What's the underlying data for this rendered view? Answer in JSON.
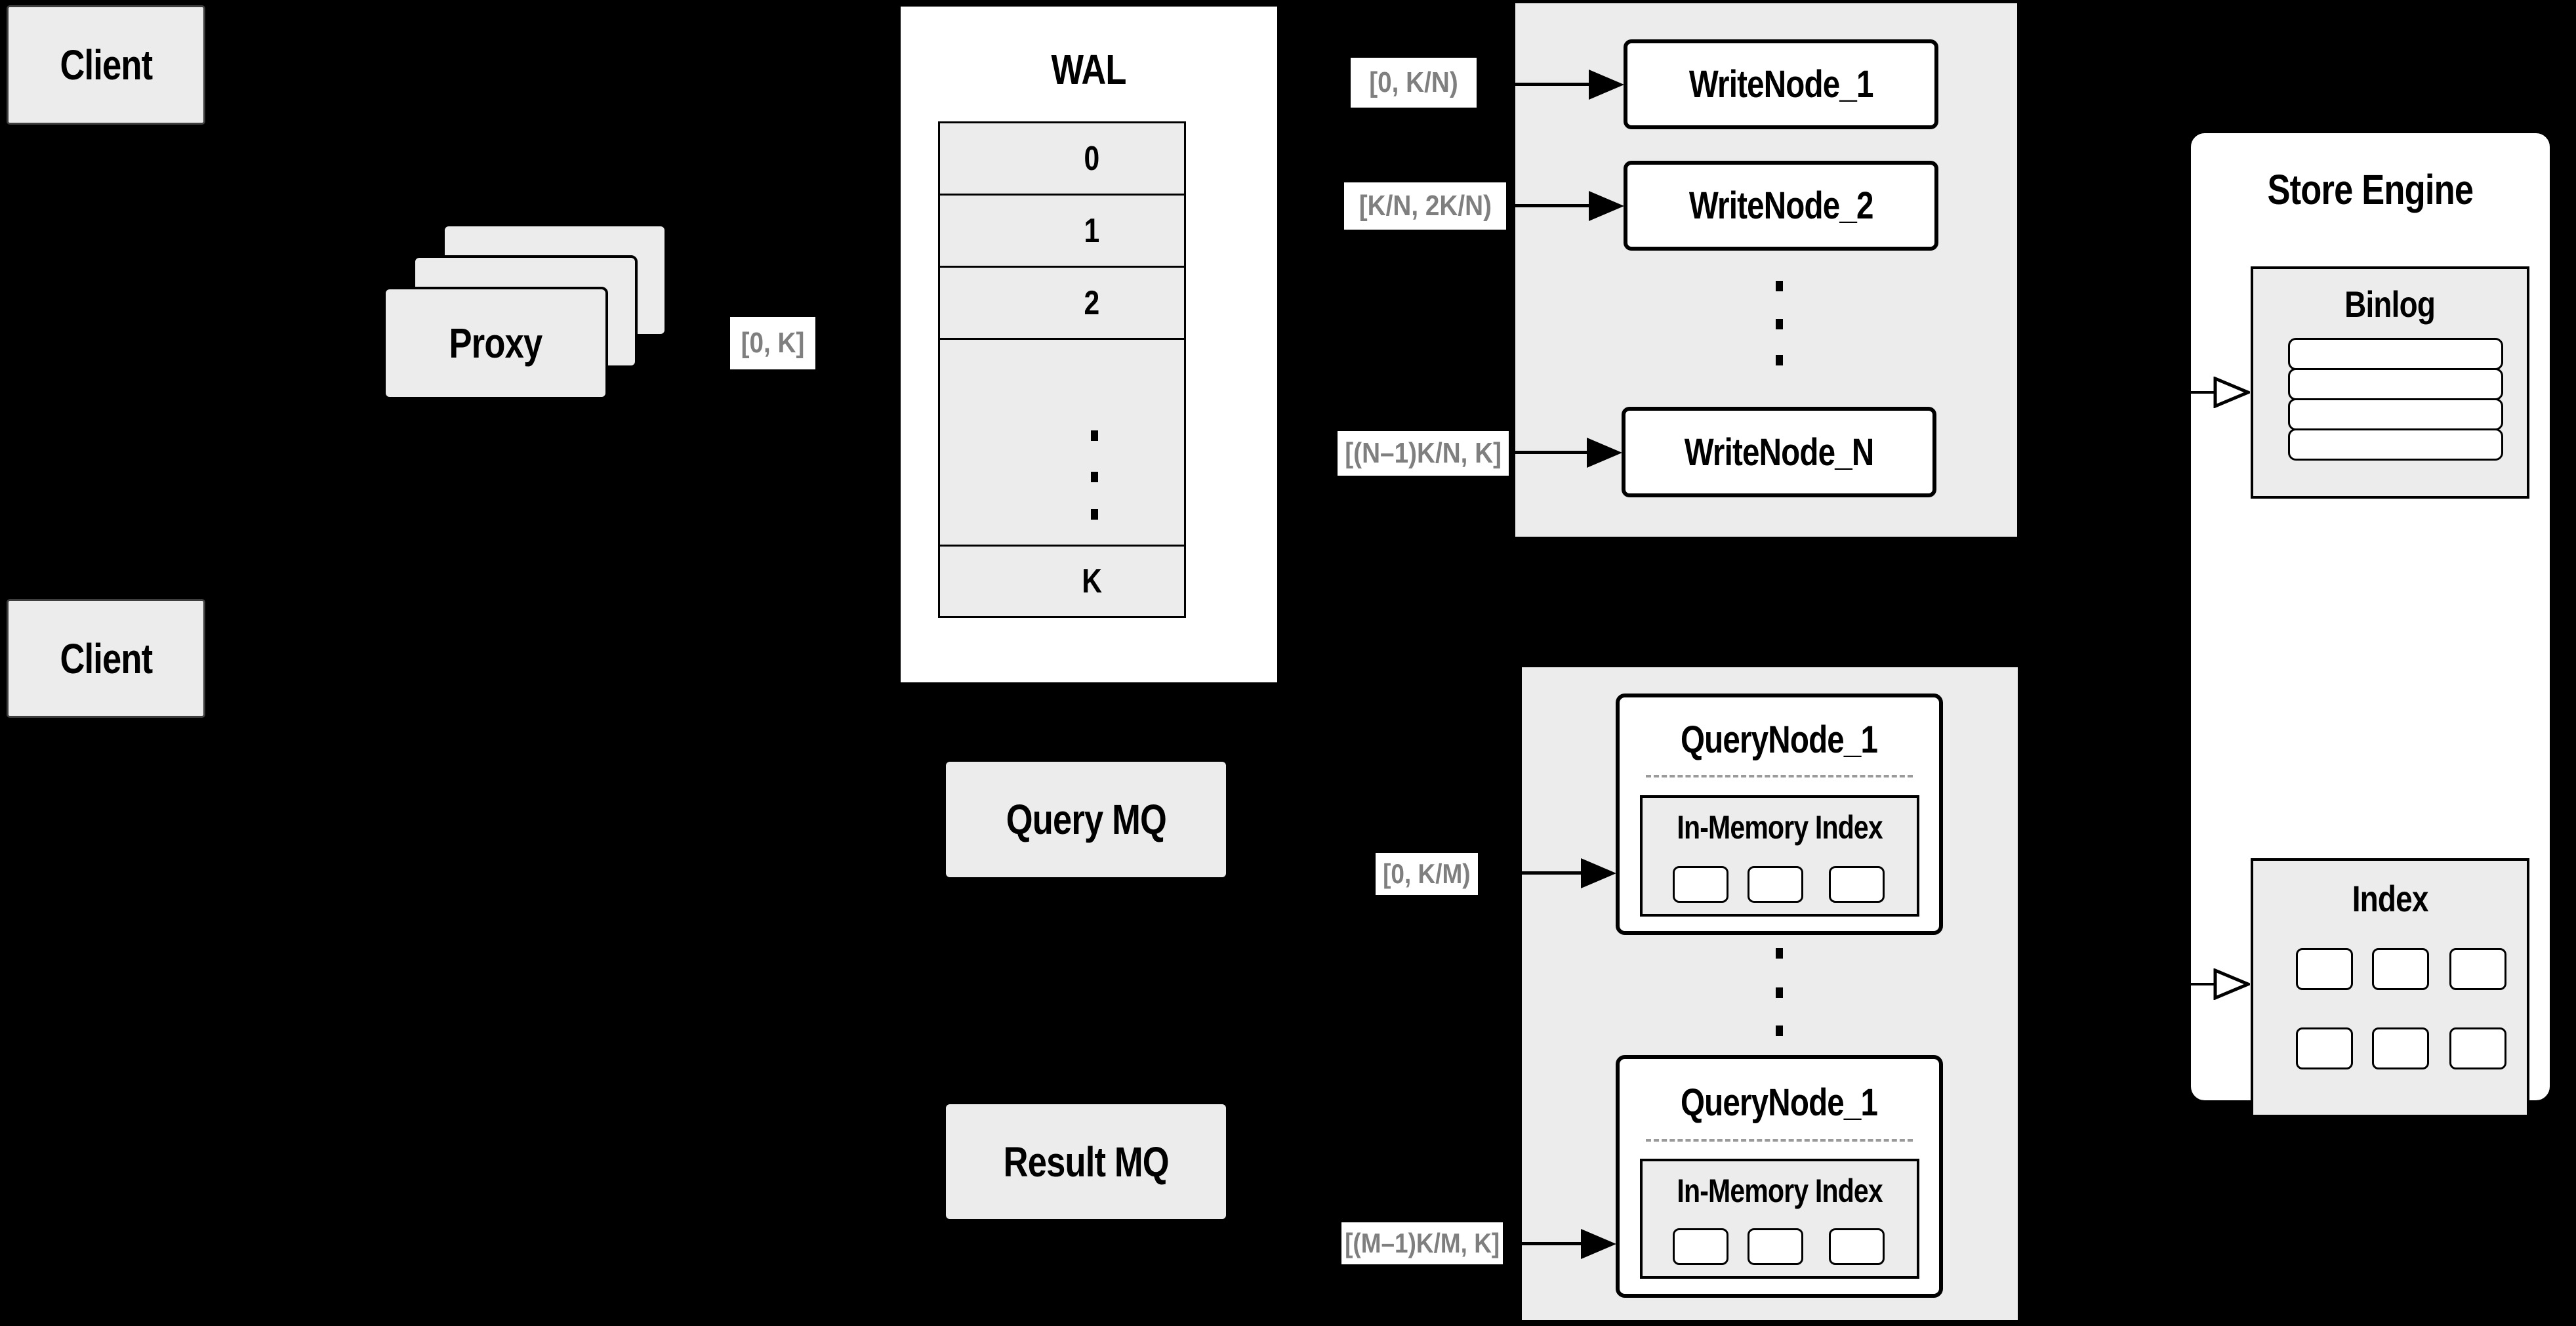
{
  "clients": {
    "top": "Client",
    "bottom": "Client"
  },
  "proxy": {
    "label": "Proxy"
  },
  "wal": {
    "title": "WAL",
    "rows": [
      "0",
      "1",
      "2"
    ],
    "last_row": "K"
  },
  "labels": {
    "proxy_wal": "[0, K]",
    "write1": "[0,  K/N)",
    "write2": "[K/N, 2K/N)",
    "writeN": "[(N–1)K/N,  K]",
    "query1": "[0, K/M)",
    "queryM": "[(M–1)K/M, K]"
  },
  "write_nodes": {
    "n1": "WriteNode_1",
    "n2": "WriteNode_2",
    "nN": "WriteNode_N"
  },
  "mq": {
    "query": "Query MQ",
    "result": "Result MQ"
  },
  "query_nodes": {
    "top": {
      "title": "QueryNode_1",
      "inner_title": "In-Memory Index"
    },
    "bottom": {
      "title": "QueryNode_1",
      "inner_title": "In-Memory Index"
    }
  },
  "store": {
    "title": "Store Engine",
    "binlog": "Binlog",
    "index": "Index"
  },
  "colors": {
    "background": "#000000",
    "panel_gray": "#ececec",
    "box_white": "#ffffff",
    "line_black": "#000000",
    "label_text_gray": "#7f7f7f"
  }
}
